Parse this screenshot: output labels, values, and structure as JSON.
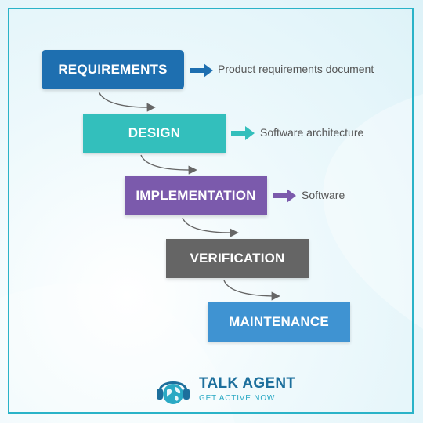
{
  "stages": [
    {
      "label": "REQUIREMENTS",
      "color": "#1e6fb0",
      "output": "Product requirements document"
    },
    {
      "label": "DESIGN",
      "color": "#33bfbc",
      "output": "Software architecture"
    },
    {
      "label": "IMPLEMENTATION",
      "color": "#7b5aac",
      "output": "Software"
    },
    {
      "label": "VERIFICATION",
      "color": "#656565"
    },
    {
      "label": "MAINTENANCE",
      "color": "#3f93d2"
    }
  ],
  "arrow_color": "#7b5aac",
  "link_color": "#666666",
  "frame_color": "#2ab3c8",
  "logo": {
    "name": "TALK AGENT",
    "tagline": "GET ACTIVE NOW",
    "icon": "headphones-globe-icon",
    "name_color": "#1d6f9c",
    "tagline_color": "#2aa9c4"
  }
}
